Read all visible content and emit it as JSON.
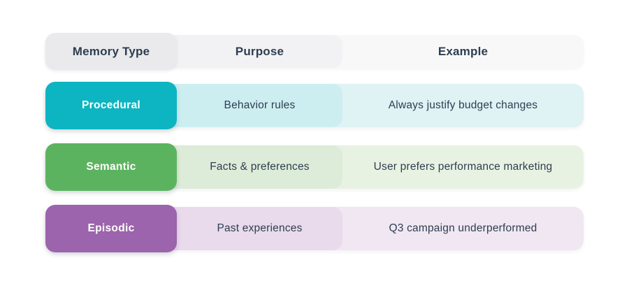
{
  "page": {
    "background": "#ffffff",
    "text_color": "#2e3d51"
  },
  "table": {
    "headers": {
      "col1": "Memory Type",
      "col2": "Purpose",
      "col3": "Example",
      "col1_bg": "#eaeaec",
      "col2_bg": "#f2f2f4",
      "col3_bg": "#f8f8f9"
    },
    "rows": [
      {
        "type": "Procedural",
        "purpose": "Behavior rules",
        "example": "Always justify budget changes",
        "accent": "#0cb5c1",
        "mid_bg": "#cdeef1",
        "light_bg": "#dff2f4"
      },
      {
        "type": "Semantic",
        "purpose": "Facts & preferences",
        "example": "User prefers performance marketing",
        "accent": "#5cb35f",
        "mid_bg": "#ddecd8",
        "light_bg": "#e8f2e3"
      },
      {
        "type": "Episodic",
        "purpose": "Past experiences",
        "example": "Q3 campaign underperformed",
        "accent": "#9c64ac",
        "mid_bg": "#e9daec",
        "light_bg": "#f0e7f2"
      }
    ]
  }
}
